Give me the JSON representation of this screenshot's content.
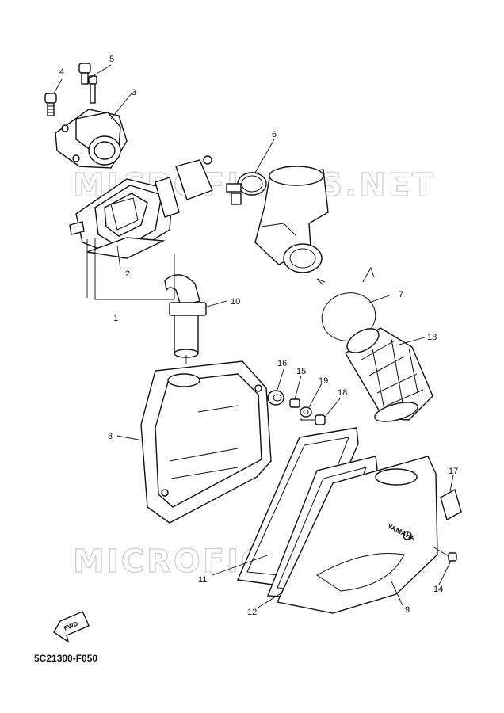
{
  "watermark": "MICROFICHES.NET",
  "diagram_code": "5C21300-F050",
  "direction_label": "FWD",
  "brand_mark": "YAMAHA",
  "callouts": {
    "c1": "1",
    "c2": "2",
    "c3": "3",
    "c4": "4",
    "c5": "5",
    "c6": "6",
    "c7": "7",
    "c8": "8",
    "c9": "9",
    "c10": "10",
    "c11": "11",
    "c12": "12",
    "c13": "13",
    "c14": "14",
    "c15": "15",
    "c16": "16",
    "c17": "17",
    "c18": "18",
    "c19": "19"
  }
}
